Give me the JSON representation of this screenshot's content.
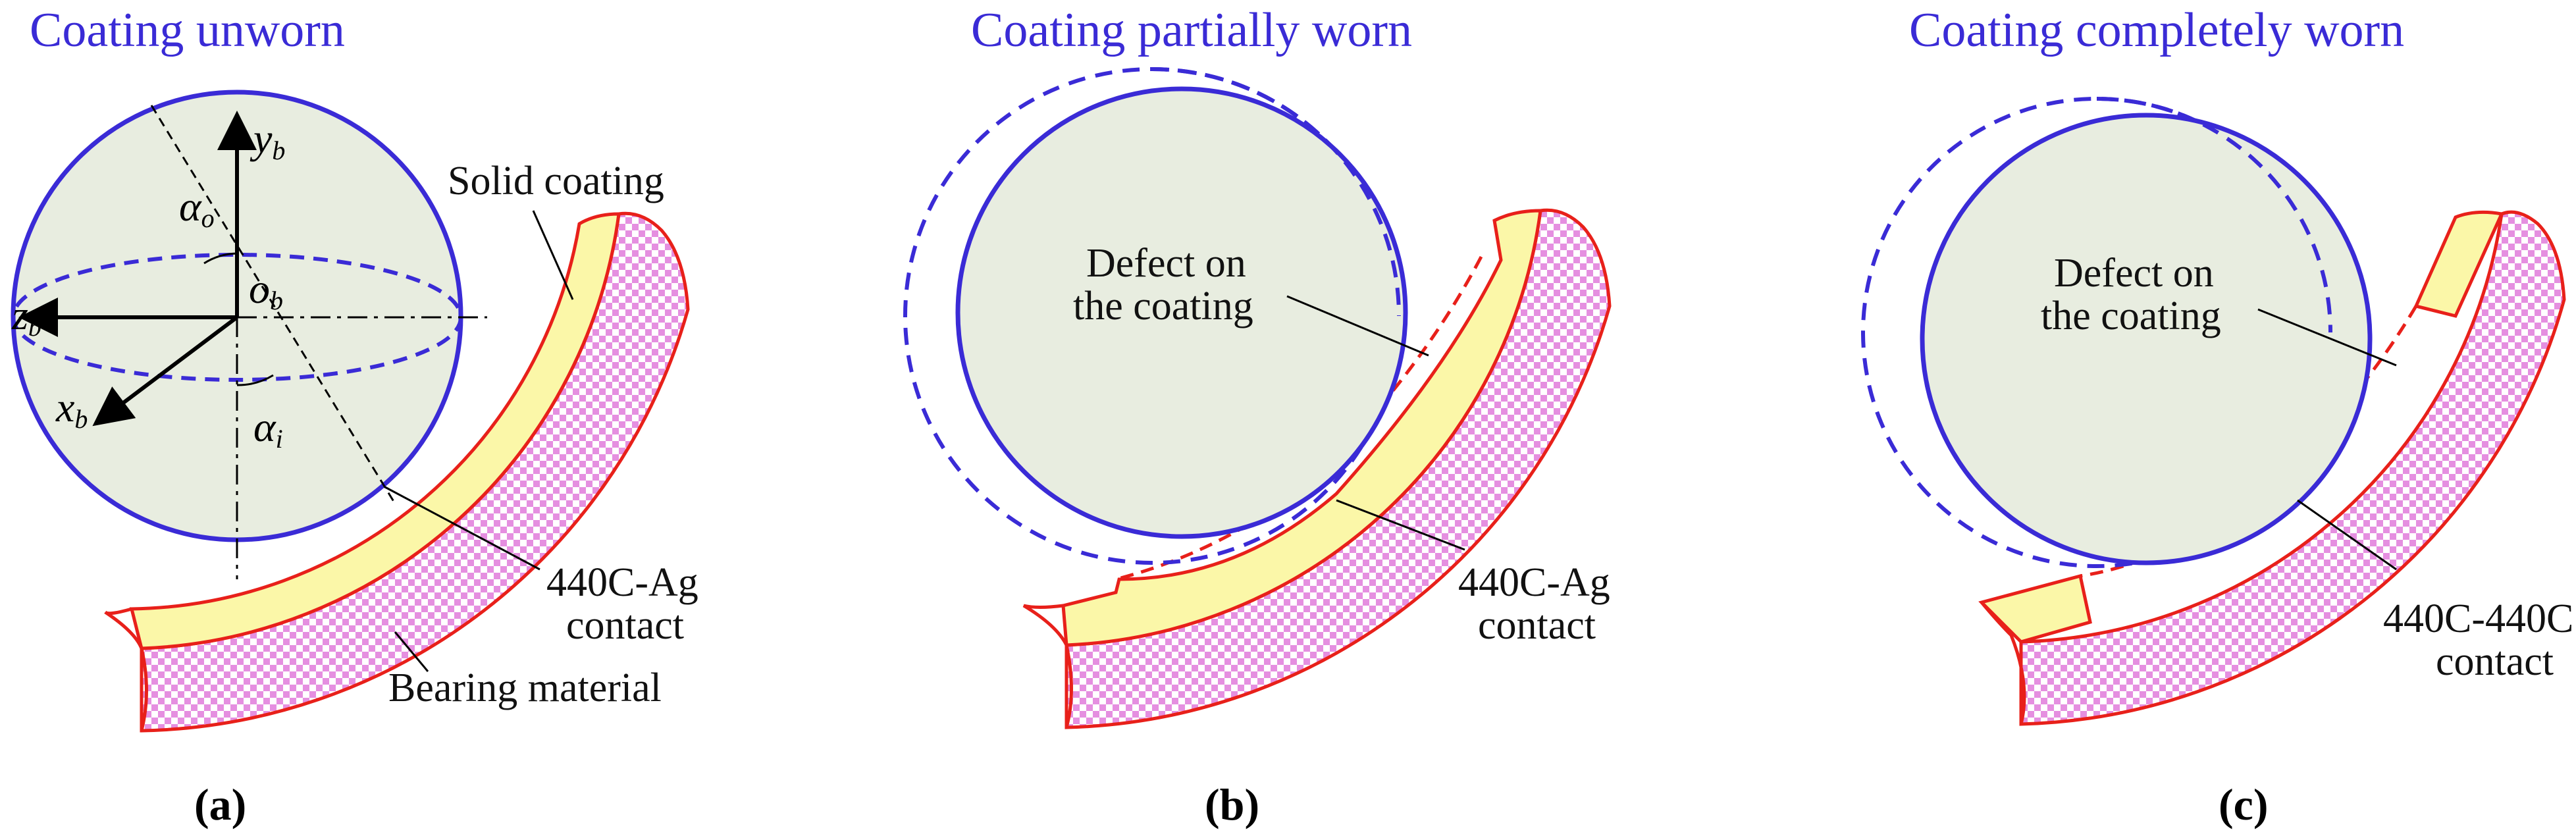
{
  "colors": {
    "title": "#3a2bd6",
    "ball_stroke": "#3a2bd6",
    "ball_fill": "#e8ede0",
    "coating_fill": "#fbf7a8",
    "coating_stroke": "#e8201a",
    "bearing_pattern_a": "#e58fe0",
    "bearing_pattern_b": "#ffffff"
  },
  "panels": [
    {
      "id": "a",
      "title": "Coating unworn",
      "label": "(a)",
      "annotations": {
        "solid_coating": "Solid coating",
        "contact_line1": "440C-Ag",
        "contact_line2": "contact",
        "bearing_material": "Bearing material"
      },
      "axes": {
        "y": "y",
        "y_sub": "b",
        "z": "z",
        "z_sub": "b",
        "x": "x",
        "x_sub": "b",
        "o": "o",
        "o_sub": "b",
        "alpha_o": "α",
        "alpha_o_sub": "o",
        "alpha_i": "α",
        "alpha_i_sub": "i"
      }
    },
    {
      "id": "b",
      "title": "Coating partially worn",
      "label": "(b)",
      "annotations": {
        "defect_line1": "Defect on",
        "defect_line2": "the coating",
        "contact_line1": "440C-Ag",
        "contact_line2": "contact"
      }
    },
    {
      "id": "c",
      "title": "Coating completely worn",
      "label": "(c)",
      "annotations": {
        "defect_line1": "Defect on",
        "defect_line2": "the coating",
        "contact_line1": "440C-440C",
        "contact_line2": "contact"
      }
    }
  ]
}
